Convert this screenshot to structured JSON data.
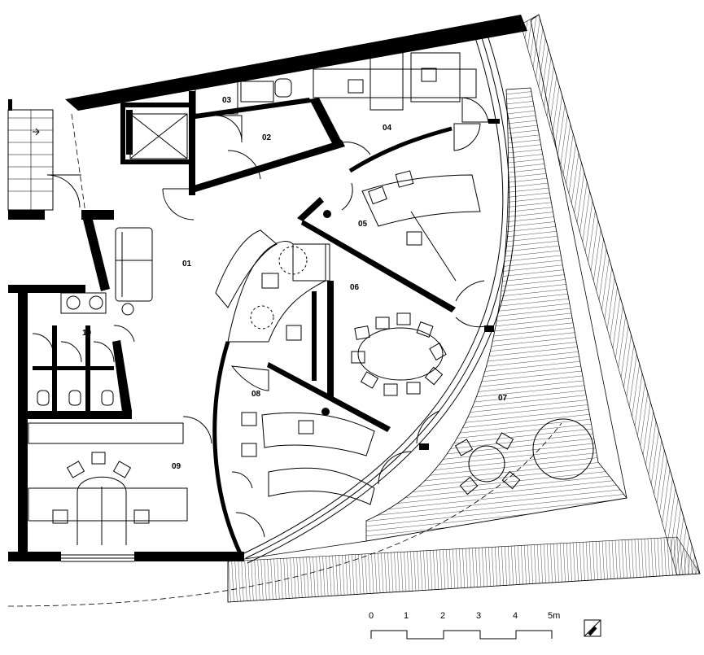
{
  "rooms": {
    "r01": "01",
    "r02": "02",
    "r03": "03",
    "r04": "04",
    "r05": "05",
    "r06": "06",
    "r07": "07",
    "r08": "08",
    "r09": "09",
    "r10": "10"
  },
  "scale_bar": {
    "ticks": [
      "0",
      "1",
      "2",
      "3",
      "4",
      "5m"
    ]
  },
  "icons": {
    "north": "north-arrow-icon"
  }
}
